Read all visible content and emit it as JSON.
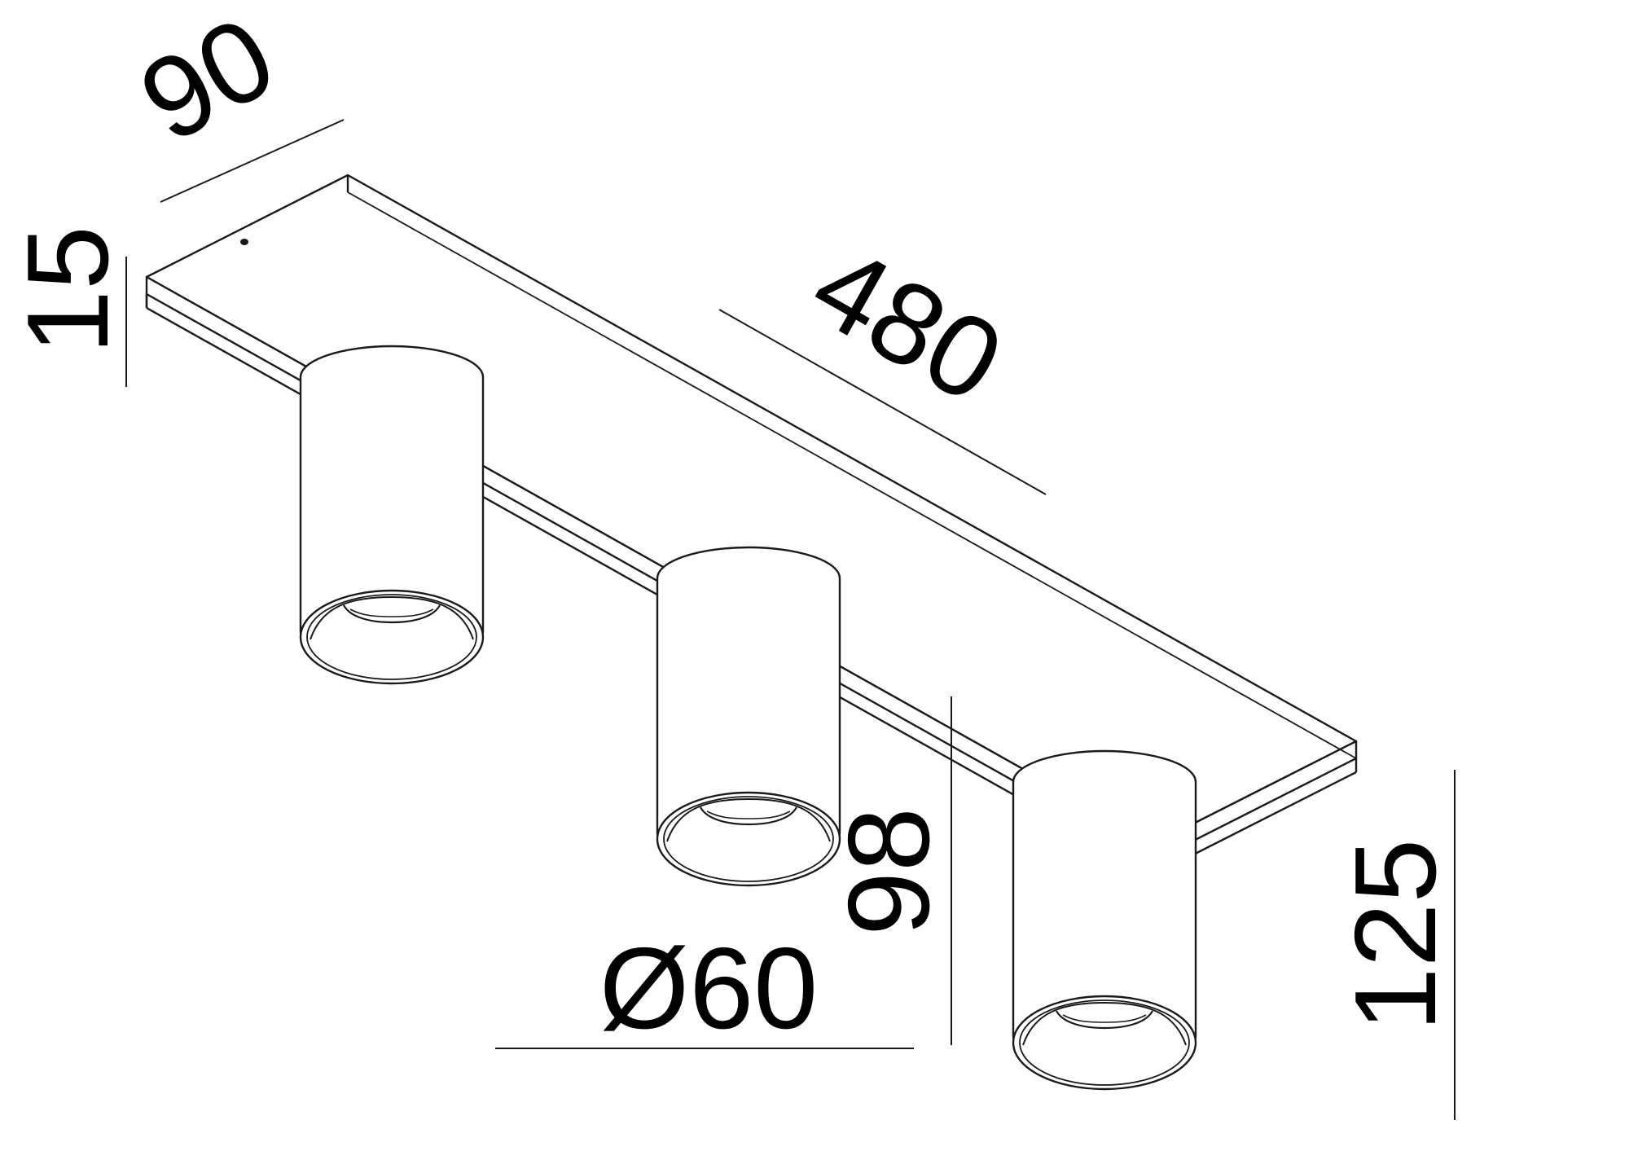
{
  "colors": {
    "line": "#1a1a1a",
    "background": "#ffffff"
  },
  "dimensions": {
    "depth": "90",
    "plate_thickness": "15",
    "length": "480",
    "spot_height": "98",
    "diameter": "Ø60",
    "total_height": "125"
  }
}
